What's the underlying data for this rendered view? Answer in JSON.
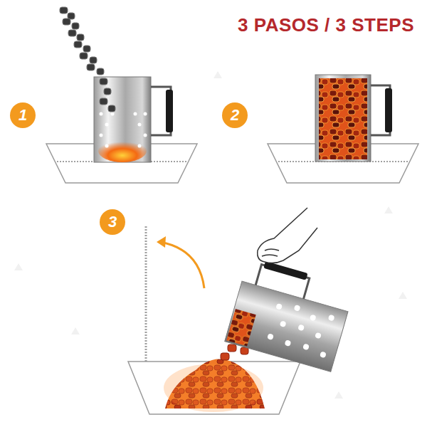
{
  "diagram": {
    "title": "3 PASOS / 3 STEPS",
    "nodes": [
      {
        "text": [
          "1"
        ]
      },
      {
        "text": [
          "2"
        ]
      },
      {
        "text": [
          "3"
        ]
      }
    ]
  }
}
